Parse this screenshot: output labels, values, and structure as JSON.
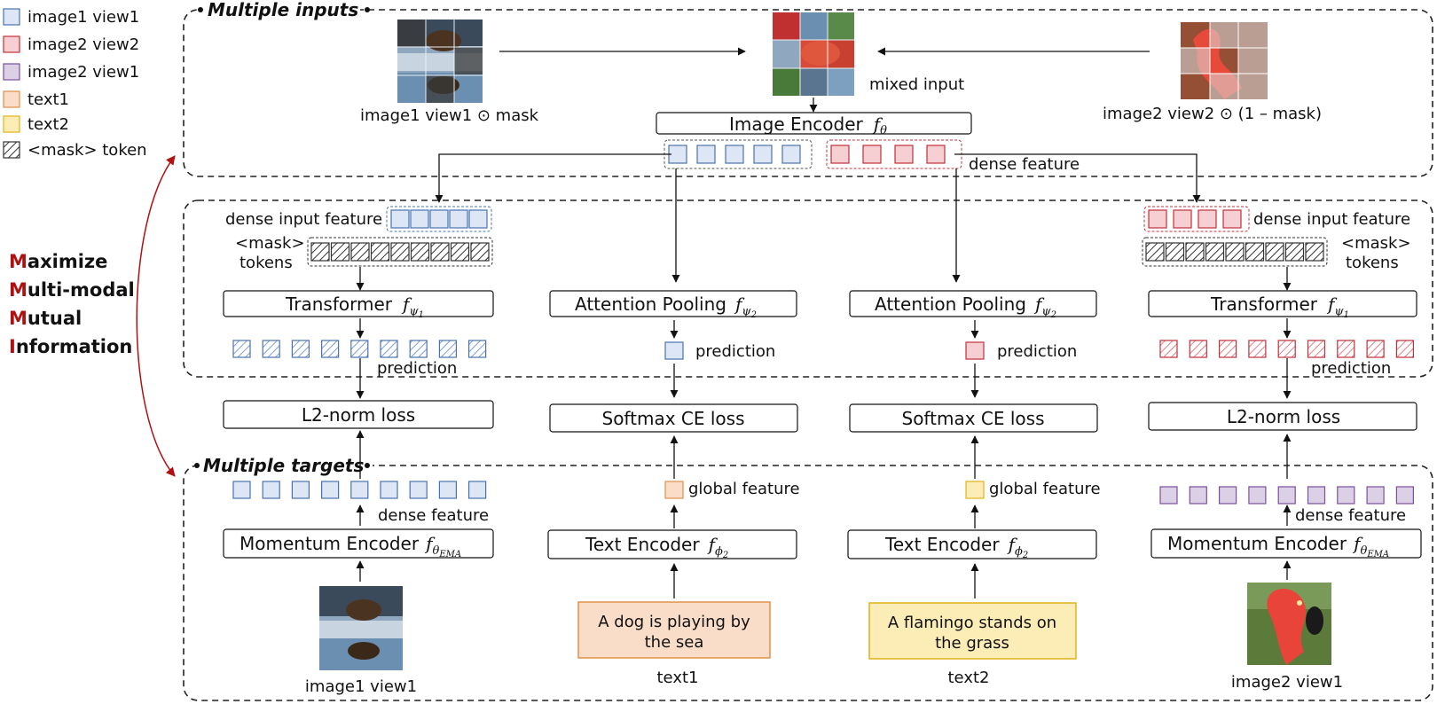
{
  "legend": {
    "items": [
      {
        "label": "image1 view1",
        "fill": "#dce6f5",
        "stroke": "#4a72b0"
      },
      {
        "label": "image2 view2",
        "fill": "#f6cfd2",
        "stroke": "#c0303a"
      },
      {
        "label": "image2 view1",
        "fill": "#dcd0e6",
        "stroke": "#7a4f9b"
      },
      {
        "label": "text1",
        "fill": "#f9ddc8",
        "stroke": "#e0904a"
      },
      {
        "label": "text2",
        "fill": "#fbedb5",
        "stroke": "#e2b21a"
      },
      {
        "label": "<mask> token",
        "fill": "hatch",
        "stroke": "#333333"
      }
    ]
  },
  "side_title": {
    "lines": [
      {
        "cap": "M",
        "rest": "aximize"
      },
      {
        "cap": "M",
        "rest": "ulti-modal"
      },
      {
        "cap": "M",
        "rest": "utual"
      },
      {
        "cap": "I",
        "rest": "nformation"
      }
    ]
  },
  "sections": {
    "inputs": "Multiple inputs",
    "targets": "Multiple targets"
  },
  "inputs": {
    "image1_caption": "image1 view1 ⊙ mask",
    "image2_caption": "image2 view2 ⊙ (1 – mask)",
    "mixed_caption": "mixed input",
    "encoder_label": "Image Encoder",
    "encoder_symbol": "f",
    "encoder_sub": "θ",
    "dense_feature": "dense feature"
  },
  "left": {
    "dense_input": "dense input feature",
    "mask_l1": "<mask>",
    "mask_l2": "tokens",
    "transformer": "Transformer",
    "prediction": "prediction",
    "loss": "L2-norm loss",
    "dense_feature": "dense feature",
    "momentum": "Momentum Encoder",
    "image_caption": "image1 view1"
  },
  "mid_left": {
    "pooling": "Attention Pooling",
    "prediction": "prediction",
    "loss": "Softmax CE loss",
    "global": "global feature",
    "text_encoder": "Text Encoder",
    "text_line1": "A dog is playing by",
    "text_line2": "the sea",
    "text_caption": "text1"
  },
  "mid_right": {
    "pooling": "Attention Pooling",
    "prediction": "prediction",
    "loss": "Softmax CE loss",
    "global": "global feature",
    "text_encoder": "Text Encoder",
    "text_line1": "A flamingo stands on",
    "text_line2": "the grass",
    "text_caption": "text2"
  },
  "right": {
    "dense_input": "dense input feature",
    "mask_l1": "<mask>",
    "mask_l2": "tokens",
    "transformer": "Transformer",
    "prediction": "prediction",
    "loss": "L2-norm loss",
    "dense_feature": "dense feature",
    "momentum": "Momentum Encoder",
    "image_caption": "image2 view1"
  },
  "symbols": {
    "f": "f",
    "psi": "ψ",
    "phi": "ϕ",
    "theta": "θ",
    "ema": "EMA",
    "one": "1",
    "two": "2"
  },
  "colors": {
    "blue_fill": "#dce6f5",
    "blue_stroke": "#4a72b0",
    "red_fill": "#f6cfd2",
    "red_stroke": "#c0303a",
    "purple_fill": "#dcd0e6",
    "purple_stroke": "#7a4f9b",
    "orange_fill": "#f9ddc8",
    "orange_stroke": "#e0904a",
    "yellow_fill": "#fbedb5",
    "yellow_stroke": "#e2b21a",
    "accent_red": "#b01010"
  }
}
